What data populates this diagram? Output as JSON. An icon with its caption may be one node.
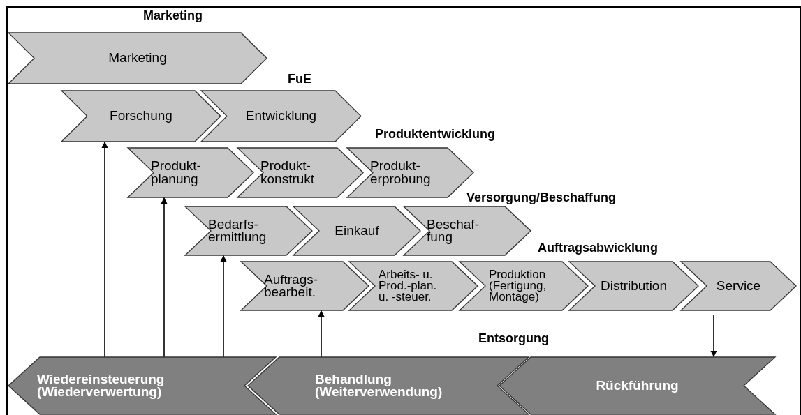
{
  "diagram": {
    "nodes": [
      {
        "text": [
          "Marketing"
        ]
      },
      {
        "text": [
          "Forschung"
        ]
      },
      {
        "text": [
          "Entwicklung"
        ]
      },
      {
        "text": [
          "Produkt- planung"
        ]
      },
      {
        "text": [
          "Produkt- konstrukt"
        ]
      },
      {
        "text": [
          "Produkt- erprobung"
        ]
      },
      {
        "text": [
          "Bedarfs- ermittlung"
        ]
      },
      {
        "text": [
          "Einkauf"
        ]
      },
      {
        "text": [
          "Beschaf- fung"
        ]
      },
      {
        "text": [
          "Auftrags- bearbeit."
        ]
      },
      {
        "text": [
          "Arbeits- u. Prod.-plan. u. -steuer."
        ]
      },
      {
        "text": [
          "Produktion (Fertigung, Montage)"
        ]
      },
      {
        "text": [
          "Distribution"
        ]
      },
      {
        "text": [
          "Service"
        ]
      },
      {
        "text": [
          "Wiedereinsteuerung (Wiederverwertung)"
        ]
      },
      {
        "text": [
          "Behandlung (Weiterverwendung)"
        ]
      },
      {
        "text": [
          "Rückführung"
        ]
      }
    ],
    "edges": [
      {
        "from": 14,
        "to": 1,
        "arrow": "to"
      },
      {
        "from": 14,
        "to": 3,
        "arrow": "to"
      },
      {
        "from": 14,
        "to": 6,
        "arrow": "to"
      },
      {
        "from": 15,
        "to": 9,
        "arrow": "to"
      },
      {
        "from": 13,
        "to": 16,
        "arrow": "to"
      }
    ],
    "labels": [
      "Marketing",
      "FuE",
      "Produktentwicklung",
      "Versorgung/Beschaffung",
      "Auftragsabwicklung",
      "Entsorgung"
    ]
  }
}
